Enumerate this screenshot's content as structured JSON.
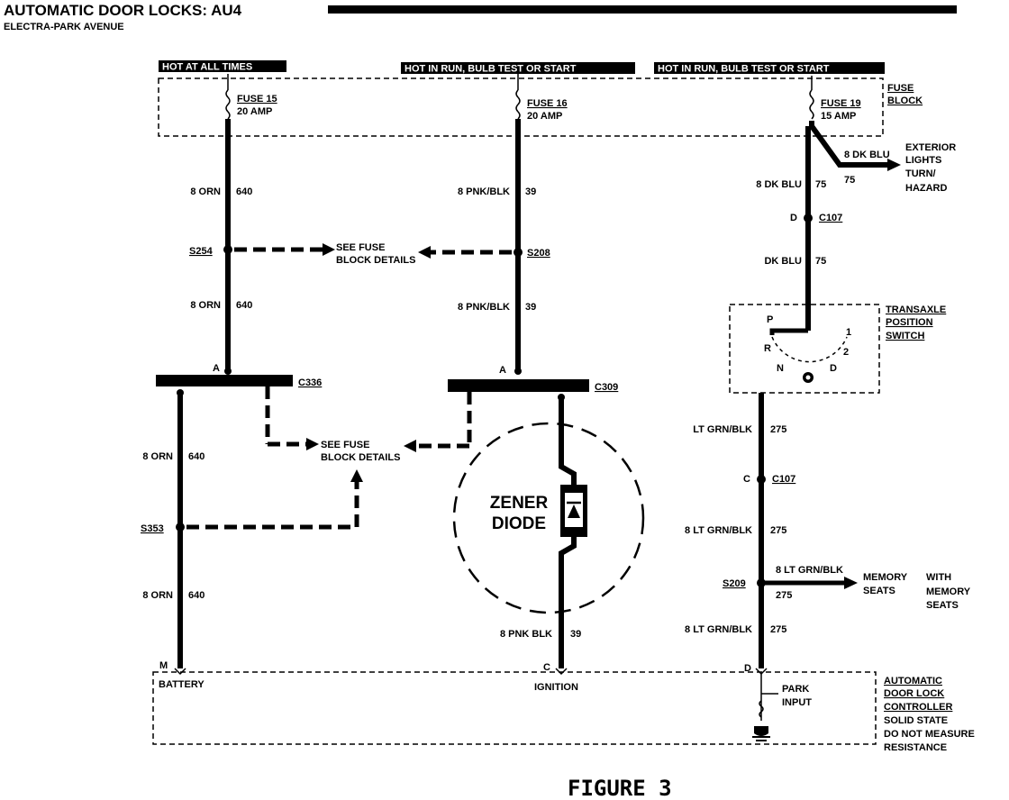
{
  "title": "AUTOMATIC DOOR LOCKS: AU4",
  "subtitle": "ELECTRA-PARK AVENUE",
  "figure_label": "FIGURE 3",
  "power_labels": {
    "hot_always": "HOT AT ALL TIMES",
    "hot_run_1": "HOT IN RUN, BULB TEST OR START",
    "hot_run_2": "HOT IN RUN, BULB TEST OR START"
  },
  "fuse_block": {
    "label_1": "FUSE",
    "label_2": "BLOCK",
    "fuse15_name": "FUSE 15",
    "fuse15_amp": "20 AMP",
    "fuse16_name": "FUSE 16",
    "fuse16_amp": "20 AMP",
    "fuse19_name": "FUSE 19",
    "fuse19_amp": "15 AMP"
  },
  "wires": {
    "orn_gauge": "8 ORN",
    "orn_circuit": "640",
    "pnk_gauge": "8 PNK/BLK",
    "pnk_circuit": "39",
    "pnk_gauge_low": "8 PNK BLK",
    "dkblu_ext": "8 DK BLU",
    "dkblu_ext_circuit": "75",
    "dkblu_gauge": "8 DK BLU",
    "dkblu_circuit": "75",
    "dkblu_2": "DK BLU",
    "dkblu_2_circuit": "75",
    "ltgrn_1": "LT GRN/BLK",
    "ltgrn_circuit": "275",
    "ltgrn_2": "8 LT GRN/BLK",
    "ltgrn_3": "8 LT GRN/BLK",
    "ltgrn_4": "8 LT GRN/BLK",
    "ltgrn_5": "8 LT GRN/BLK"
  },
  "splices": {
    "s254": "S254",
    "s208": "S208",
    "s353": "S353",
    "s209": "S209"
  },
  "connectors": {
    "c336": "C336",
    "c309": "C309",
    "c107": "C107",
    "pin_a": "A",
    "pin_d": "D",
    "pin_c": "C",
    "pin_m": "M"
  },
  "see_fuse": {
    "line1": "SEE FUSE",
    "line2": "BLOCK DETAILS"
  },
  "exterior": {
    "line1": "EXTERIOR",
    "line2": "LIGHTS",
    "line3": "TURN/",
    "line4": "HAZARD"
  },
  "transaxle": {
    "line1": "TRANSAXLE",
    "line2": "POSITION",
    "line3": "SWITCH",
    "pos_p": "P",
    "pos_r": "R",
    "pos_n": "N",
    "pos_d": "D",
    "pos_2": "2",
    "pos_1": "1"
  },
  "zener": {
    "line1": "ZENER",
    "line2": "DIODE"
  },
  "memory": {
    "line1": "MEMORY",
    "line2": "SEATS",
    "with1": "WITH",
    "with2": "MEMORY",
    "with3": "SEATS"
  },
  "controller": {
    "battery": "BATTERY",
    "ignition": "IGNITION",
    "park1": "PARK",
    "park2": "INPUT",
    "name1": "AUTOMATIC",
    "name2": "DOOR LOCK",
    "name3": "CONTROLLER",
    "note1": "SOLID STATE",
    "note2": "DO NOT MEASURE",
    "note3": "RESISTANCE"
  }
}
